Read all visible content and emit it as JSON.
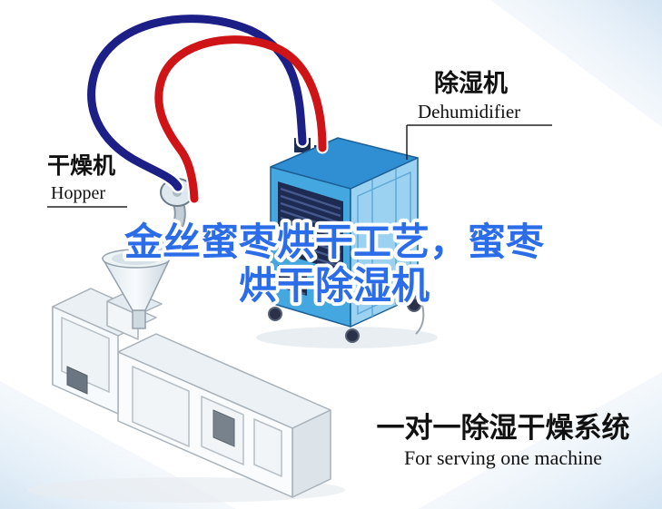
{
  "labels": {
    "hopper": {
      "cn": "干燥机",
      "en": "Hopper"
    },
    "dehumidifier": {
      "cn": "除湿机",
      "en": "Dehumidifier"
    }
  },
  "title": {
    "line1": "金丝蜜枣烘干工艺，蜜枣",
    "line2": "烘干除湿机",
    "color": "#2b6ce8"
  },
  "caption": {
    "cn": "一对一除湿干燥系统",
    "en": "For serving one machine"
  },
  "colors": {
    "hose_hot": "#cf1418",
    "hose_cold": "#1b1f86",
    "machine_front": "#45a7e0",
    "machine_side": "#9bd2f2",
    "machine_top": "#2f8fd2",
    "vent": "#1d2b52",
    "corner_tint": "#cfe2f2"
  }
}
